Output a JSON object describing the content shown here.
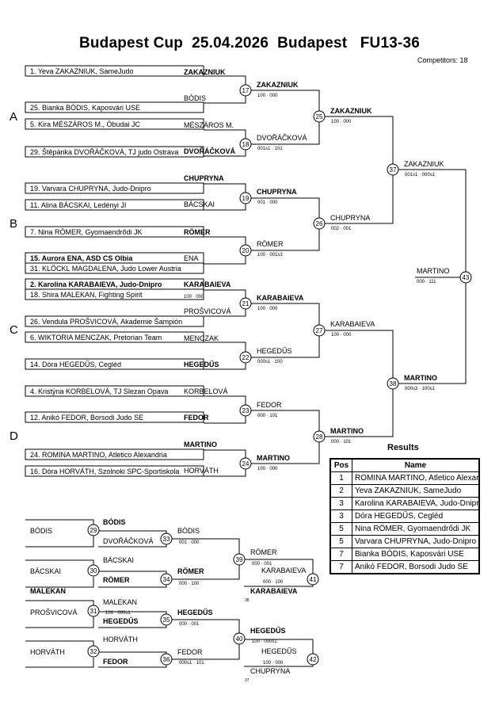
{
  "header": {
    "title": "Budapest Cup  25.04.2026  Budapest   FU13-36",
    "competitors": "Competitors: 18"
  },
  "pools": [
    "A",
    "B",
    "C",
    "D"
  ],
  "entries": [
    {
      "name": "1. Yeva ZAKAZNIUK, SameJudo",
      "bold": false
    },
    {
      "name": "25. Bianka BÓDIS, Kaposvári USE",
      "bold": false
    },
    {
      "name": "5. Kira MÉSZÁROS M., Óbudai JC",
      "bold": false
    },
    {
      "name": "29. Štěpánka DVOŘÁČKOVÁ, TJ judo Ostrava",
      "bold": false
    },
    {
      "name": "19. Varvara CHUPRYNA, Judo-Dnipro",
      "bold": false
    },
    {
      "name": "11. Alina BÁCSKAI, Ledényi JI",
      "bold": false
    },
    {
      "name": "7. Nina RÖMER, Gyomaendrődi JK",
      "bold": false
    },
    {
      "name": "15. Aurora ENA, ASD CS Olbia",
      "bold": true
    },
    {
      "name": "31. KLÖCKL MAGDALENA, Judo Lower Austria",
      "bold": false
    },
    {
      "name": "2. Karolina KARABAIEVA, Judo-Dnipro",
      "bold": true
    },
    {
      "name": "18. Shira MALEKAN, Fighting Spirit",
      "bold": false
    },
    {
      "name": "26. Vendula PROŠVICOVÁ, Akademie Šampión",
      "bold": false
    },
    {
      "name": "6. WIKTORIA MENCZAK, Pretorian Team",
      "bold": false
    },
    {
      "name": "14. Dóra HEGEDŰS, Cegléd",
      "bold": false
    },
    {
      "name": "4. Kristýna KORBELOVÁ, TJ Slezan Opava",
      "bold": false
    },
    {
      "name": "12. Anikó FEDOR, Borsodi Judo SE",
      "bold": false
    },
    {
      "name": "24. ROMINA MARTINO, Atletico Alexandria",
      "bold": false
    },
    {
      "name": "16. Dóra HORVÁTH, Szolnoki SPC-Sportiskola",
      "bold": false
    }
  ],
  "labels": [
    {
      "text": "ZAKAZNIUK",
      "bold": true
    },
    {
      "text": "BÓDIS",
      "bold": false
    },
    {
      "text": "MÉSZÁROS M.",
      "bold": false
    },
    {
      "text": "DVOŘÁČKOVÁ",
      "bold": true
    },
    {
      "text": "CHUPRYNA",
      "bold": true
    },
    {
      "text": "BÁCSKAI",
      "bold": false
    },
    {
      "text": "RÖMER",
      "bold": true
    },
    {
      "text": "ENA",
      "bold": false
    },
    {
      "text": "KARABAIEVA",
      "bold": true
    },
    {
      "text": "100 · 000",
      "bold": false
    },
    {
      "text": "PROŠVICOVÁ",
      "bold": false
    },
    {
      "text": "MENCZAK",
      "bold": false
    },
    {
      "text": "HEGEDŰS",
      "bold": true
    },
    {
      "text": "KORBELOVÁ",
      "bold": false
    },
    {
      "text": "FEDOR",
      "bold": true
    },
    {
      "text": "MARTINO",
      "bold": true
    },
    {
      "text": "HORVÁTH",
      "bold": false
    },
    {
      "text": "ZAKAZNIUK",
      "bold": true
    },
    {
      "text": "100 · 000",
      "bold": false
    },
    {
      "text": "DVOŘÁČKOVÁ",
      "bold": false
    },
    {
      "text": "001s1 · 101",
      "bold": false
    },
    {
      "text": "CHUPRYNA",
      "bold": true
    },
    {
      "text": "001 · 000",
      "bold": false
    },
    {
      "text": "RÖMER",
      "bold": false
    },
    {
      "text": "100 · 001s3",
      "bold": false
    },
    {
      "text": "KARABAIEVA",
      "bold": true
    },
    {
      "text": "100 · 000",
      "bold": false
    },
    {
      "text": "HEGEDŰS",
      "bold": false
    },
    {
      "text": "000s1 · 100",
      "bold": false
    },
    {
      "text": "FEDOR",
      "bold": false
    },
    {
      "text": "000 · 101",
      "bold": false
    },
    {
      "text": "MARTINO",
      "bold": true
    },
    {
      "text": "100 · 000",
      "bold": false
    },
    {
      "text": "ZAKAZNIUK",
      "bold": true
    },
    {
      "text": "100 · 000",
      "bold": false
    },
    {
      "text": "CHUPRYNA",
      "bold": false
    },
    {
      "text": "002 · 001",
      "bold": false
    },
    {
      "text": "KARABAIEVA",
      "bold": false
    },
    {
      "text": "100 · 000",
      "bold": false
    },
    {
      "text": "MARTINO",
      "bold": true
    },
    {
      "text": "000 · 101",
      "bold": false
    },
    {
      "text": "ZAKAZNIUK",
      "bold": false
    },
    {
      "text": "001s1 · 000s1",
      "bold": false
    },
    {
      "text": "MARTINO",
      "bold": true
    },
    {
      "text": "000s3 · 100s1",
      "bold": false
    },
    {
      "text": "MARTINO",
      "bold": false
    },
    {
      "text": "000 · 111",
      "bold": false
    },
    {
      "text": "BÓDIS",
      "bold": false
    },
    {
      "text": "BÓDIS",
      "bold": true
    },
    {
      "text": "DVOŘÁČKOVÁ",
      "bold": false
    },
    {
      "text": "BÁCSKAI",
      "bold": false
    },
    {
      "text": "BÁCSKAI",
      "bold": false
    },
    {
      "text": "RÖMER",
      "bold": true
    },
    {
      "text": "MALEKAN",
      "bold": true
    },
    {
      "text": "PROŠVICOVÁ",
      "bold": false
    },
    {
      "text": "MALEKAN",
      "bold": false
    },
    {
      "text": "100 · 000s1",
      "bold": false
    },
    {
      "text": "HEGEDŰS",
      "bold": true
    },
    {
      "text": "HORVÁTH",
      "bold": false
    },
    {
      "text": "HORVÁTH",
      "bold": false
    },
    {
      "text": "FEDOR",
      "bold": true
    },
    {
      "text": "BÓDIS",
      "bold": false
    },
    {
      "text": "001 · 000",
      "bold": false
    },
    {
      "text": "RÖMER",
      "bold": true
    },
    {
      "text": "000 · 100",
      "bold": false
    },
    {
      "text": "HEGEDŰS",
      "bold": true
    },
    {
      "text": "000 · 001",
      "bold": false
    },
    {
      "text": "FEDOR",
      "bold": false
    },
    {
      "text": "000s1 · 101",
      "bold": false
    },
    {
      "text": "RÖMER",
      "bold": false
    },
    {
      "text": "000 · 001",
      "bold": false
    },
    {
      "text": "KARABAIEVA",
      "bold": false
    },
    {
      "text": "000 · 100",
      "bold": false
    },
    {
      "text": "KARABAIEVA",
      "bold": true
    },
    {
      "text": "38",
      "bold": false
    },
    {
      "text": "HEGEDŰS",
      "bold": true
    },
    {
      "text": "100 · 000s1",
      "bold": false
    },
    {
      "text": "HEGEDŰS",
      "bold": false
    },
    {
      "text": "100 · 000",
      "bold": false
    },
    {
      "text": "CHUPRYNA",
      "bold": false
    },
    {
      "text": "37",
      "bold": false
    }
  ],
  "matches": [
    "17",
    "18",
    "19",
    "20",
    "21",
    "22",
    "23",
    "24",
    "25",
    "26",
    "27",
    "28",
    "37",
    "38",
    "43",
    "29",
    "30",
    "31",
    "32",
    "33",
    "34",
    "35",
    "36",
    "39",
    "40",
    "41",
    "42"
  ],
  "results": {
    "title": "Results",
    "headers": [
      "Pos",
      "Name"
    ],
    "rows": [
      {
        "pos": "1",
        "name": "ROMINA MARTINO, Atletico Alexandria"
      },
      {
        "pos": "2",
        "name": "Yeva ZAKAZNIUK, SameJudo"
      },
      {
        "pos": "3",
        "name": "Karolina KARABAIEVA, Judo-Dnipro"
      },
      {
        "pos": "3",
        "name": "Dóra HEGEDŰS, Cegléd"
      },
      {
        "pos": "5",
        "name": "Nina RÖMER, Gyomaendrődi JK"
      },
      {
        "pos": "5",
        "name": "Varvara CHUPRYNA, Judo-Dnipro"
      },
      {
        "pos": "7",
        "name": "Bianka BÓDIS, Kaposvári USE"
      },
      {
        "pos": "7",
        "name": "Anikó FEDOR, Borsodi Judo SE"
      }
    ]
  }
}
